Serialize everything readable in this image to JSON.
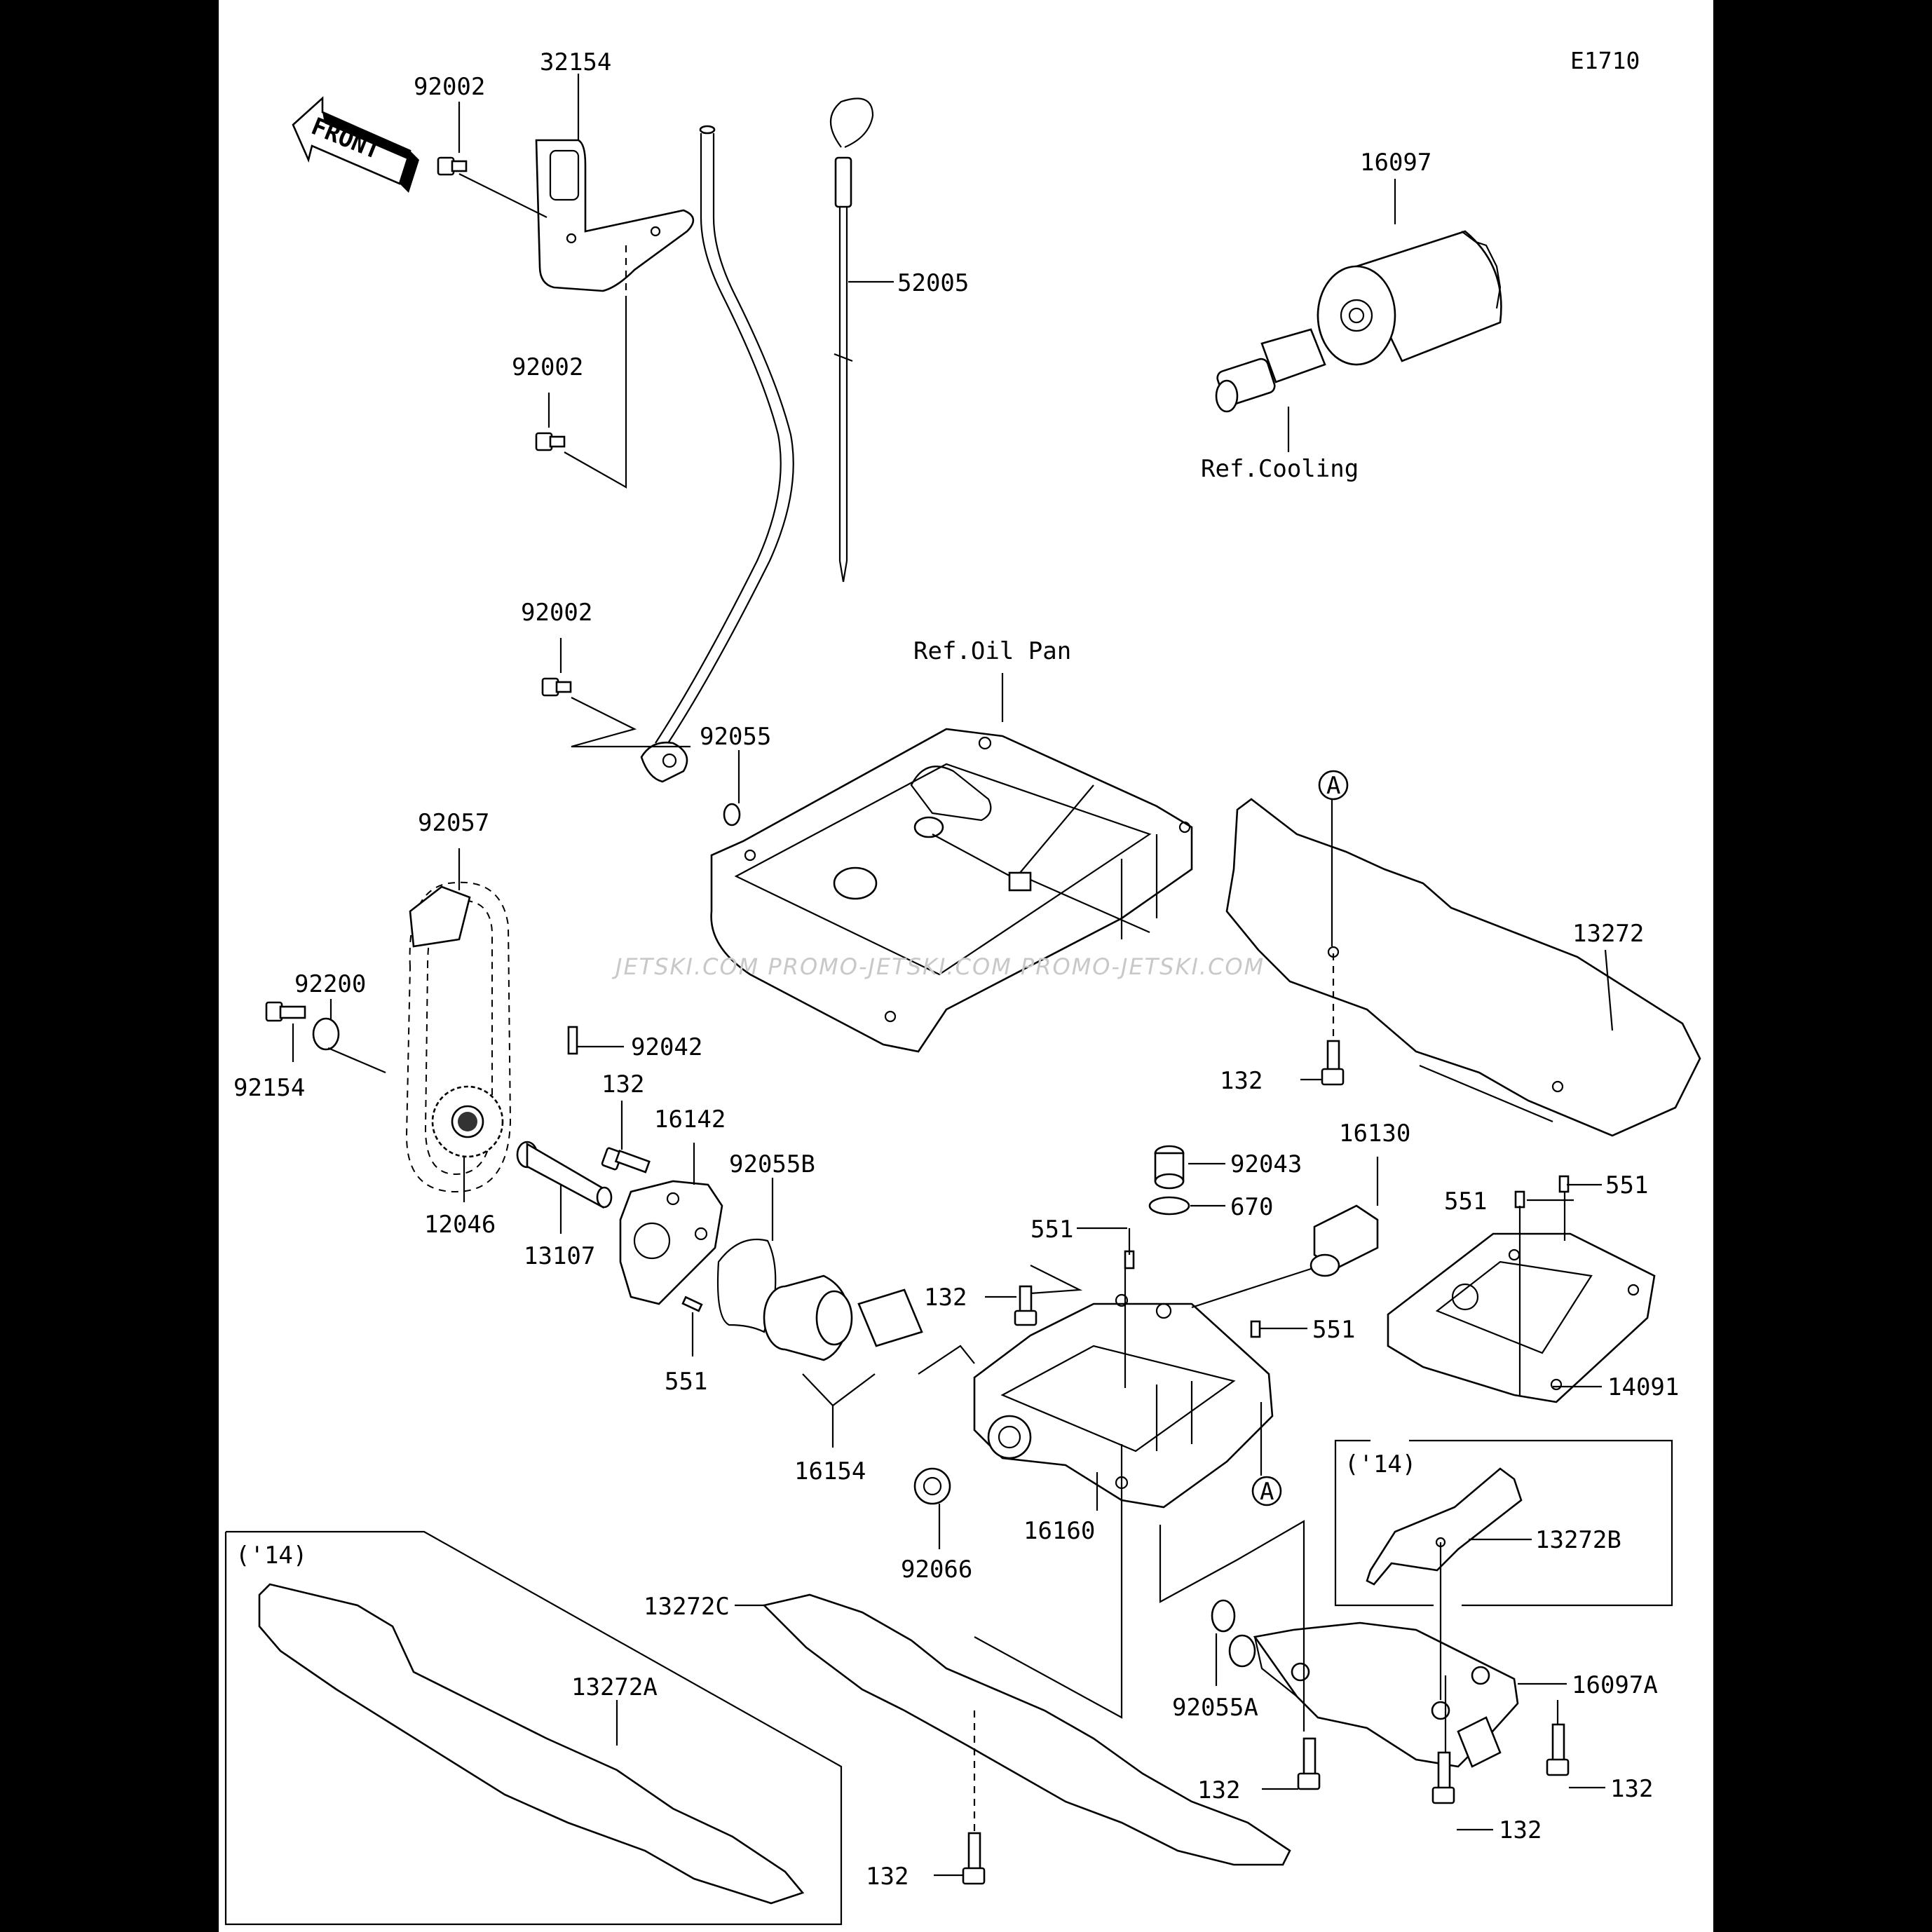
{
  "diagram_code": "E1710",
  "front_arrow": "FRONT",
  "watermark": "JETSKI.COM  PROMO-JETSKI.COM  PROMO-JETSKI.COM",
  "refs": {
    "cooling": "Ref.Cooling",
    "oil_pan": "Ref.Oil Pan"
  },
  "variant_boxes": {
    "y14_left": "('14)",
    "y14_right": "('14)"
  },
  "markers": {
    "a_top": "A",
    "a_bottom": "A"
  },
  "parts": {
    "p32154": "32154",
    "p92002_a": "92002",
    "p92002_b": "92002",
    "p92002_c": "92002",
    "p52005": "52005",
    "p16097": "16097",
    "p92055": "92055",
    "p92057": "92057",
    "p92200": "92200",
    "p92154": "92154",
    "p92042": "92042",
    "p132_a": "132",
    "p16142": "16142",
    "p92055B": "92055B",
    "p12046": "12046",
    "p13107": "13107",
    "p551_a": "551",
    "p16154": "16154",
    "p13272": "13272",
    "p132_b": "132",
    "p16130": "16130",
    "p92043": "92043",
    "p670": "670",
    "p551_b": "551",
    "p551_c": "551",
    "p551_d": "551",
    "p551_e": "551",
    "p132_c": "132",
    "p14091": "14091",
    "p16160": "16160",
    "p92066": "92066",
    "p13272B": "13272B",
    "p13272C": "13272C",
    "p13272A": "13272A",
    "p92055A": "92055A",
    "p16097A": "16097A",
    "p132_d": "132",
    "p132_e": "132",
    "p132_f": "132",
    "p132_g": "132"
  }
}
